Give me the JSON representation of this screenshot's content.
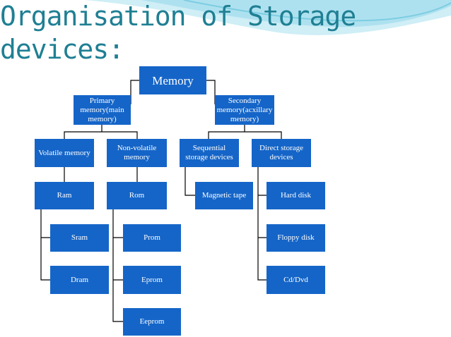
{
  "title": {
    "line1": "Organisation of Storage",
    "line2": "devices:"
  },
  "diagram": {
    "root": "Memory",
    "primary": "Primary memory(main memory)",
    "secondary": "Secondary memory(acxillary memory)",
    "volatile": "Volatile memory",
    "non_volatile": "Non-volatile memory",
    "sequential": "Sequential storage devices",
    "direct": "Direct storage devices",
    "ram": "Ram",
    "rom": "Rom",
    "magnetic_tape": "Magnetic tape",
    "hard_disk": "Hard  disk",
    "sram": "Sram",
    "prom": "Prom",
    "floppy_disk": "Floppy disk",
    "dram": "Dram",
    "eprom": "Eprom",
    "cd_dvd": "Cd/Dvd",
    "eeprom": "Eeprom"
  },
  "colors": {
    "node_fill": "#1565c8",
    "node_text": "#ffffff",
    "connector": "#000000",
    "title": "#1f7f93"
  }
}
